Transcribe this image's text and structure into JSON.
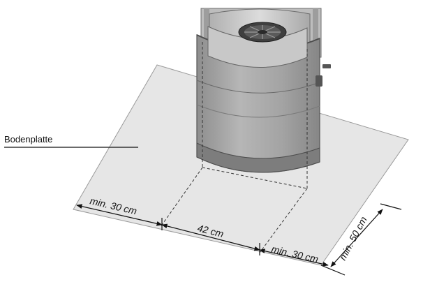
{
  "labels": {
    "floor_plate": "Bodenplatte",
    "left_clearance": "min. 30 cm",
    "stove_width": "42 cm",
    "right_clearance": "min. 30 cm",
    "front_clearance": "min. 50 cm"
  },
  "colors": {
    "floor_plate": "#e6e6e6",
    "stove_body": "#a9a9a9",
    "stove_shadow": "#7d7d7d",
    "stove_highlight": "#c8c8c8",
    "line": "#111111"
  },
  "icons": {
    "stove": "round-stove-icon",
    "vent": "vent-grille-icon"
  }
}
